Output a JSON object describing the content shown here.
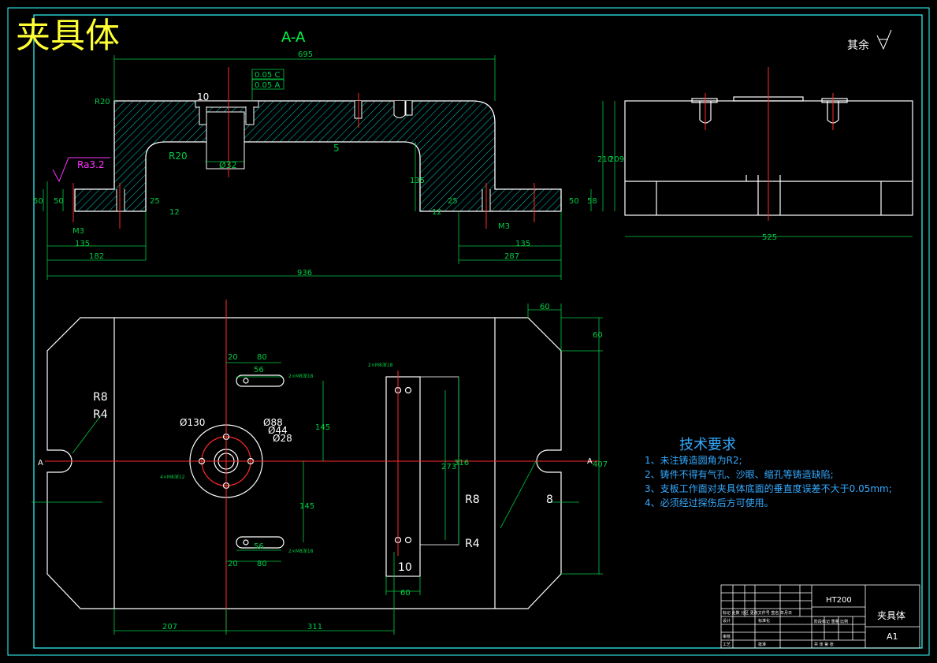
{
  "colors": {
    "background": "#000000",
    "outline": "#ffffff",
    "dimension": "#00cc44",
    "hatch": "#00cccc",
    "centerline": "#ff2a2a",
    "title": "#ffff33",
    "roughness": "#ff33ff",
    "notes": "#33aaff",
    "border": "#33ffff"
  },
  "drawing": {
    "title": "夹具体",
    "section_label": "A-A",
    "surface_note": "其余",
    "roughness_label": "Ra3.2"
  },
  "section_dims": {
    "top_width": "695",
    "r20_top": "R20",
    "r20_inner": "R20",
    "tol_1": "0.05 C",
    "tol_2": "0.05 A",
    "d10": "10",
    "d32": "Ø32",
    "d5": "5",
    "h50_left_outer": "50",
    "h50_left": "50",
    "h25_left": "25",
    "h12_left": "12",
    "m3_left": "M3",
    "w135_left": "135",
    "w182": "182",
    "overall": "936",
    "h135": "135",
    "h12_right": "12",
    "h25_right": "25",
    "m3_right": "M3",
    "w135_right": "135",
    "w287": "287",
    "h50_right": "50",
    "h58": "58",
    "h210": "210",
    "h209": "209",
    "side_width": "525"
  },
  "plan_dims": {
    "d60_top": "60",
    "d60_side": "60",
    "d20_top": "20",
    "d80_top": "80",
    "d56_top": "56",
    "d145_top": "145",
    "d130": "Ø130",
    "d88": "Ø88",
    "d44": "Ø44",
    "d28": "Ø28",
    "r8_left": "R8",
    "r4_left": "R4",
    "r8_right": "R8",
    "r4_right": "R4",
    "d8_right": "8",
    "a_left": "A",
    "a_right": "A",
    "d145_bottom": "145",
    "d56_bottom": "56",
    "d20_bottom": "20",
    "d80_bottom": "80",
    "d273": "273",
    "d316": "316",
    "d407": "407",
    "d10_slot": "10",
    "d60_slot": "60",
    "d207": "207",
    "d311": "311",
    "hole_note_1": "4×M8深12",
    "hole_note_2": "2×M8深18",
    "hole_note_3": "2×M8深18",
    "hole_note_4": "2×M8深18"
  },
  "tech_req": {
    "heading": "技术要求",
    "items": [
      "1、未注铸造圆角为R2;",
      "2、铸件不得有气孔、沙眼、缩孔等铸造缺陷;",
      "3、支板工作面对夹具体底面的垂直度误差不大于0.05mm;",
      "4、必须经过探伤后方可使用。"
    ]
  },
  "title_block": {
    "material": "HT200",
    "name": "夹具体",
    "sheet": "A1",
    "r1": "标记 处数 分区 更改文件号 签名 年月日",
    "r2": "设计",
    "r3": "标准化",
    "r4": "阶段标记  重量  比例",
    "r5": "审核",
    "r6": "工艺",
    "r7": "批准",
    "r8": "共 张 第 张"
  }
}
